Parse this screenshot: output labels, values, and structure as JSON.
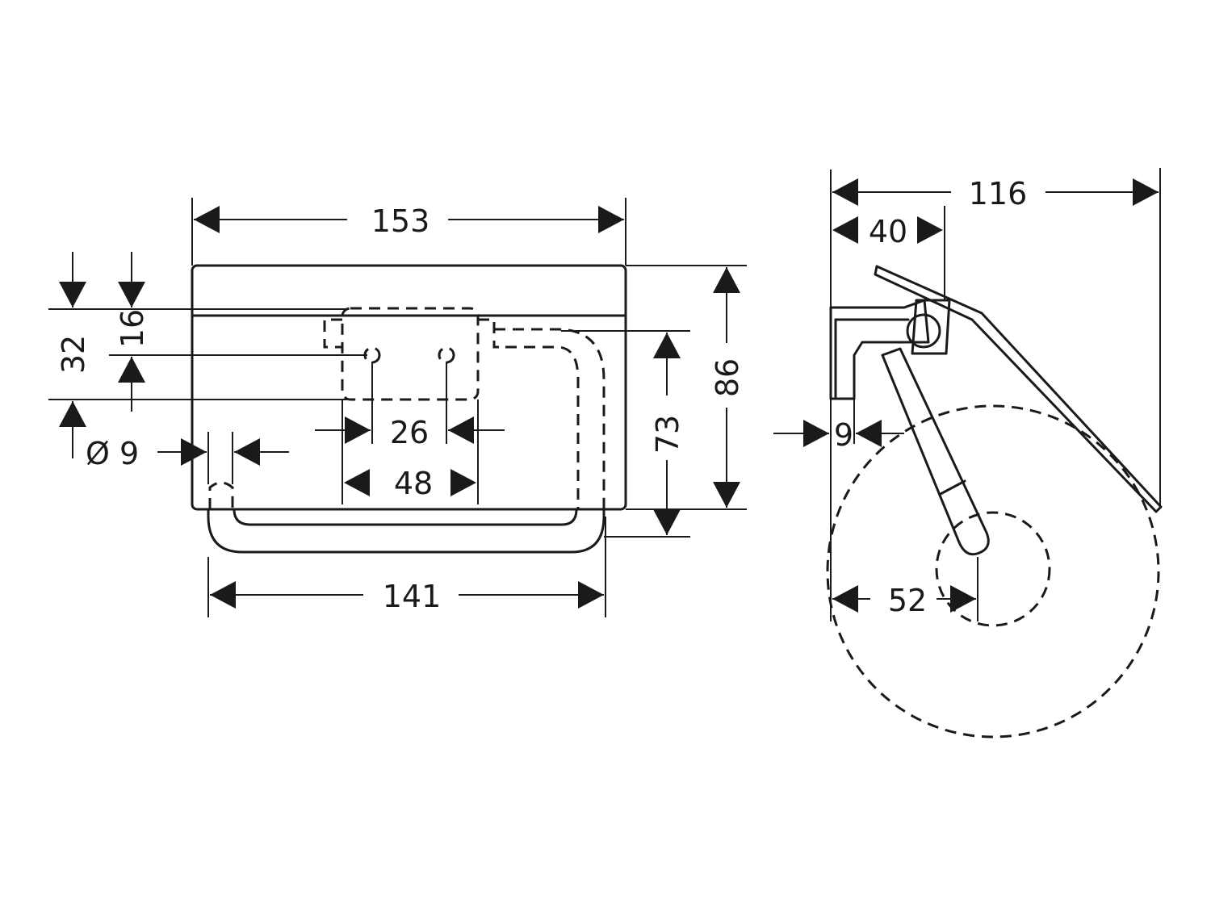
{
  "front_view": {
    "width_total": "153",
    "width_rail": "141",
    "height_total": "86",
    "height_rail": "73",
    "offset_32": "32",
    "offset_16": "16",
    "hole_spacing": "26",
    "plate_width": "48",
    "hole_diameter": "Ø 9"
  },
  "side_view": {
    "depth_total": "116",
    "depth_bracket": "40",
    "wall_plate": "9",
    "roll_axis": "52"
  },
  "colors": {
    "line": "#1a1a1a",
    "background": "#ffffff"
  }
}
